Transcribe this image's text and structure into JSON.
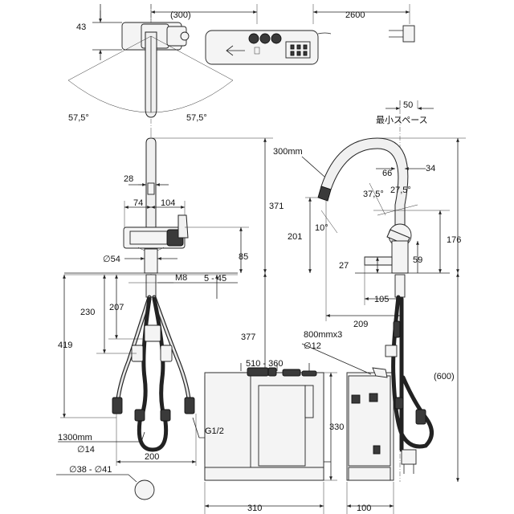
{
  "dimensions": {
    "d300_top": "(300)",
    "d2600": "2600",
    "d43": "43",
    "angle_left": "57,5°",
    "angle_right": "57,5°",
    "d28": "28",
    "d74": "74",
    "d104": "104",
    "d54": "∅54",
    "d85": "85",
    "dM8": "M8",
    "d5_45": "5 - 45",
    "d371": "371",
    "d230": "230",
    "d207": "207",
    "d419": "419",
    "d377": "377",
    "d1300": "1300mm",
    "d14": "∅14",
    "d200": "200",
    "dG12": "G1/2",
    "d38_41": "∅38 - ∅41",
    "d510_360": "510 - 360",
    "d330": "330",
    "d310": "310",
    "d100": "100",
    "d800": "800mmx3",
    "d12": "∅12",
    "d600": "(600)",
    "d209": "209",
    "d105": "105",
    "d27": "27",
    "d201": "201",
    "d300mm": "300mm",
    "d66": "66",
    "d34": "34",
    "d37_5": "37,5°",
    "d27_5": "27,5°",
    "d10": "10°",
    "d176": "176",
    "d59": "59",
    "d50": "50",
    "min_space": "最小スペース"
  },
  "colors": {
    "line": "#222222",
    "part_fill": "#f4f4f4",
    "dark_fill": "#3a3a3a"
  }
}
